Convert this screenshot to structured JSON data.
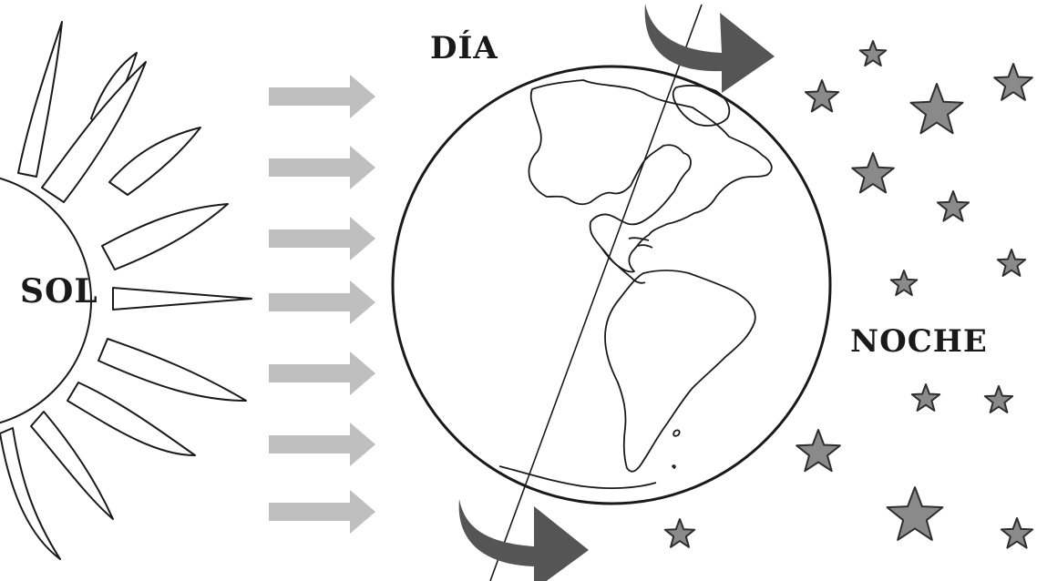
{
  "labels": {
    "sun": "SOL",
    "day": "DÍA",
    "night": "NOCHE"
  },
  "colors": {
    "ray_arrow": "#bfbfbf",
    "rotation_arrow": "#555555",
    "star_fill": "#8a8a8a",
    "star_stroke": "#2e2e2e",
    "outline": "#1a1a1a"
  },
  "icons": {
    "sun": "sun-icon",
    "earth": "earth-globe-icon",
    "ray": "arrow-right-icon",
    "rotation": "curved-arrow-icon",
    "star": "star-icon"
  }
}
